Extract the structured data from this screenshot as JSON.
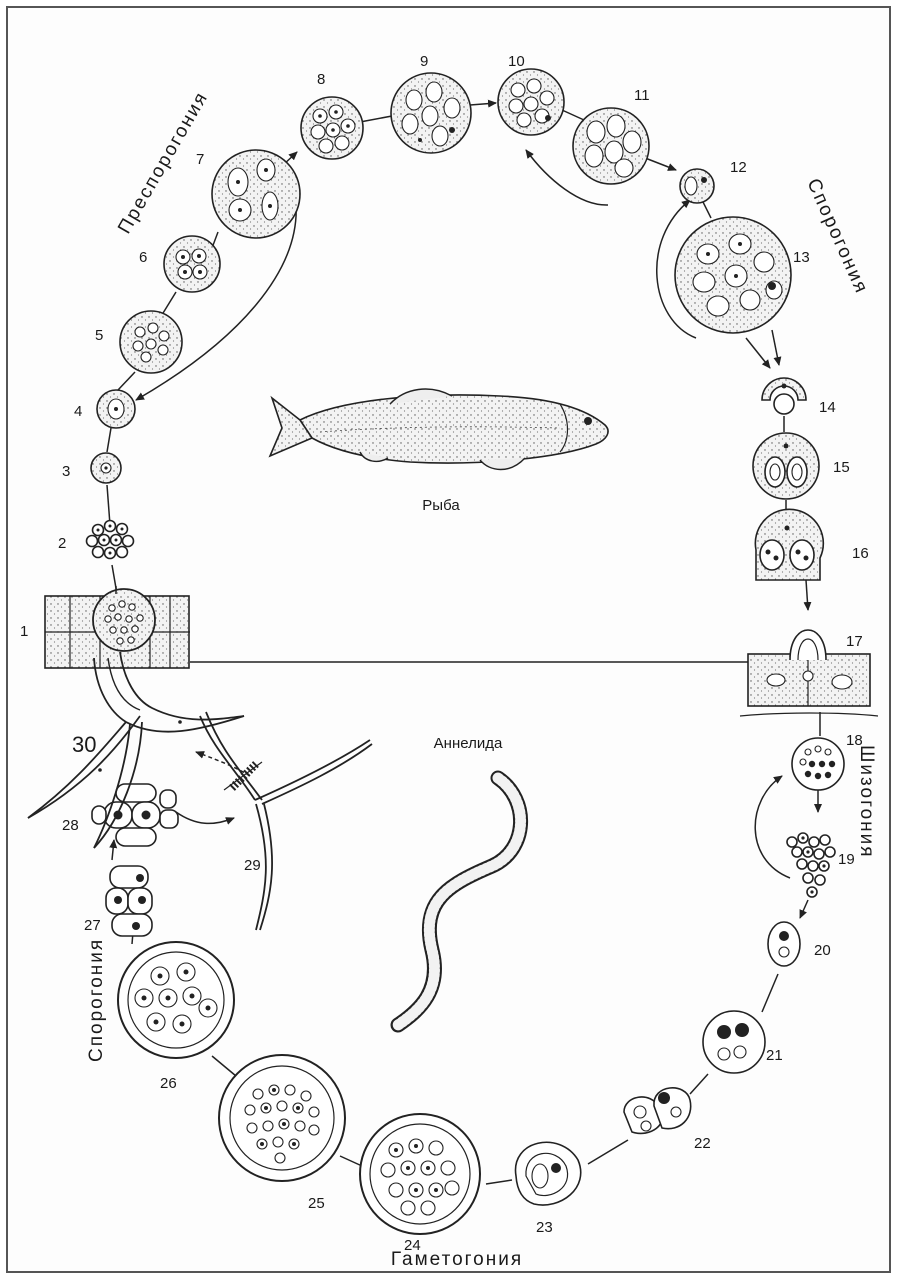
{
  "figure": {
    "stages": [
      {
        "id": 1,
        "label": "1"
      },
      {
        "id": 2,
        "label": "2"
      },
      {
        "id": 3,
        "label": "3"
      },
      {
        "id": 4,
        "label": "4"
      },
      {
        "id": 5,
        "label": "5"
      },
      {
        "id": 6,
        "label": "6"
      },
      {
        "id": 7,
        "label": "7"
      },
      {
        "id": 8,
        "label": "8"
      },
      {
        "id": 9,
        "label": "9"
      },
      {
        "id": 10,
        "label": "10"
      },
      {
        "id": 11,
        "label": "11"
      },
      {
        "id": 12,
        "label": "12"
      },
      {
        "id": 13,
        "label": "13"
      },
      {
        "id": 14,
        "label": "14"
      },
      {
        "id": 15,
        "label": "15"
      },
      {
        "id": 16,
        "label": "16"
      },
      {
        "id": 17,
        "label": "17"
      },
      {
        "id": 18,
        "label": "18"
      },
      {
        "id": 19,
        "label": "19"
      },
      {
        "id": 20,
        "label": "20"
      },
      {
        "id": 21,
        "label": "21"
      },
      {
        "id": 22,
        "label": "22"
      },
      {
        "id": 23,
        "label": "23"
      },
      {
        "id": 24,
        "label": "24"
      },
      {
        "id": 25,
        "label": "25"
      },
      {
        "id": 26,
        "label": "26"
      },
      {
        "id": 27,
        "label": "27"
      },
      {
        "id": 28,
        "label": "28"
      },
      {
        "id": 29,
        "label": "29"
      },
      {
        "id": 30,
        "label": "30"
      }
    ],
    "phases": {
      "presporogony": "Преспорогония",
      "sporogony_fish": "Спорогония",
      "schizogony": "Шизогония",
      "gametogony": "Гаметогония",
      "sporogony_annelid": "Спорогония"
    },
    "hosts": {
      "fish": "Рыба",
      "annelid": "Аннелида"
    }
  }
}
